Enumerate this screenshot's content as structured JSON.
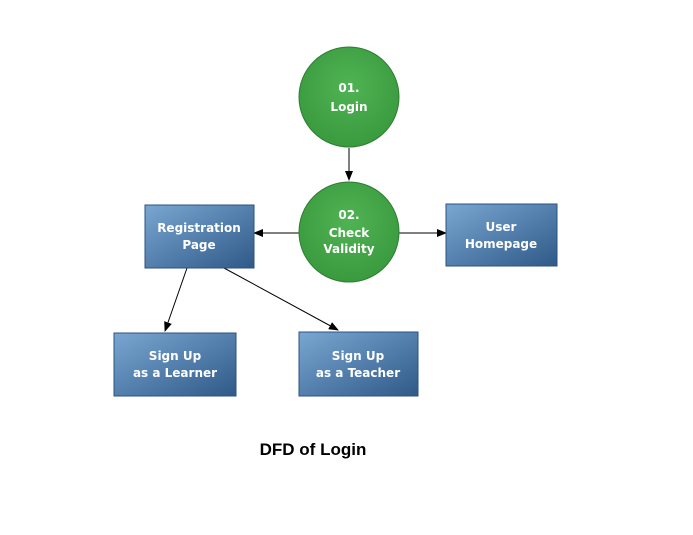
{
  "diagram": {
    "caption": "DFD of Login",
    "processes": {
      "login": {
        "number": "01.",
        "label": "Login"
      },
      "check": {
        "number": "02.",
        "line1": "Check",
        "line2": "Validity"
      }
    },
    "entities": {
      "registration": {
        "line1": "Registration",
        "line2": "Page"
      },
      "user_home": {
        "line1": "User",
        "line2": "Homepage"
      },
      "learner": {
        "line1": "Sign Up",
        "line2": "as a Learner"
      },
      "teacher": {
        "line1": "Sign Up",
        "line2": "as a Teacher"
      }
    },
    "colors": {
      "process_fill": "#43a047",
      "process_border": "#2e7d32",
      "entity_fill_top": "#6f9bc8",
      "entity_fill_bottom": "#345f8e",
      "arrow": "#000000"
    }
  }
}
